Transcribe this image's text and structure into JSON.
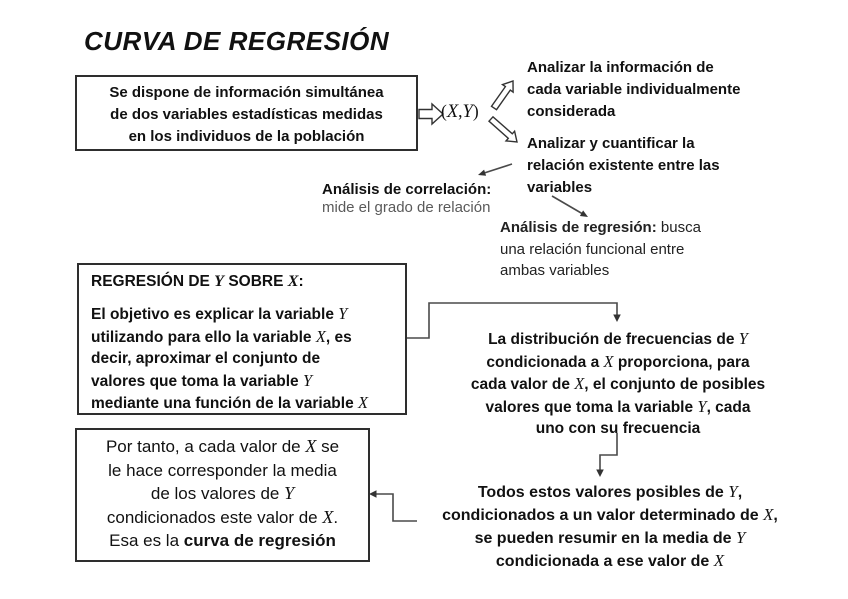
{
  "colors": {
    "background": "#ffffff",
    "ink": "#111111",
    "muted_text": "#5a5a5a",
    "connector": "#4a4a4a",
    "box_border": "#2e2e2e"
  },
  "title": "CURVA DE REGRESIÓN",
  "intro_box": {
    "lines_runs": [
      [
        [
          "Se dispone de información simultánea",
          "n"
        ]
      ],
      [
        [
          "de dos variables estadísticas medidas",
          "n"
        ]
      ],
      [
        [
          "en los individuos de la población",
          "n"
        ]
      ]
    ]
  },
  "xy_label": {
    "lines_runs": [
      [
        [
          "(",
          "n"
        ],
        [
          "X",
          "v"
        ],
        [
          ",",
          "n"
        ],
        [
          "Y",
          "v"
        ],
        [
          ")",
          "n"
        ]
      ]
    ]
  },
  "branch_individual": {
    "lines_runs": [
      [
        [
          "Analizar la información de",
          "n"
        ]
      ],
      [
        [
          "cada variable individualmente",
          "n"
        ]
      ],
      [
        [
          "considerada",
          "n"
        ]
      ]
    ]
  },
  "branch_relacion": {
    "lines_runs": [
      [
        [
          "Analizar y cuantificar la",
          "n"
        ]
      ],
      [
        [
          "relación existente entre las",
          "n"
        ]
      ],
      [
        [
          "variables",
          "n"
        ]
      ]
    ]
  },
  "correlacion_note": {
    "title": "Análisis de correlación:",
    "desc": "mide el grado de relación"
  },
  "regresion_note": {
    "lines_runs": [
      [
        [
          "Análisis de regresión:",
          "b"
        ],
        [
          " busca",
          "n"
        ]
      ],
      [
        [
          "una relación funcional entre",
          "n"
        ]
      ],
      [
        [
          "ambas variables",
          "n"
        ]
      ]
    ]
  },
  "regresion_box": {
    "header_runs": [
      [
        [
          "REGRESIÓN DE ",
          "b"
        ],
        [
          "Y",
          "vb"
        ],
        [
          " SOBRE ",
          "b"
        ],
        [
          "X",
          "vb"
        ],
        [
          ":",
          "b"
        ]
      ]
    ],
    "body_runs": [
      [
        [
          "El objetivo es explicar la variable ",
          "n"
        ],
        [
          "Y",
          "v"
        ]
      ],
      [
        [
          "utilizando para ello la variable ",
          "n"
        ],
        [
          "X",
          "v"
        ],
        [
          ", es",
          "n"
        ]
      ],
      [
        [
          "decir, aproximar el conjunto de",
          "n"
        ]
      ],
      [
        [
          "valores que toma la variable ",
          "n"
        ],
        [
          "Y",
          "v"
        ]
      ],
      [
        [
          "mediante una función de la variable ",
          "n"
        ],
        [
          "X",
          "v"
        ]
      ]
    ]
  },
  "distribucion_note": {
    "lines_runs": [
      [
        [
          "La distribución de frecuencias de ",
          "n"
        ],
        [
          "Y",
          "v"
        ]
      ],
      [
        [
          "condicionada a ",
          "n"
        ],
        [
          "X",
          "v"
        ],
        [
          " proporciona, para",
          "n"
        ]
      ],
      [
        [
          "cada valor de ",
          "n"
        ],
        [
          "X",
          "v"
        ],
        [
          ", el conjunto de posibles",
          "n"
        ]
      ],
      [
        [
          "valores que toma la variable ",
          "n"
        ],
        [
          "Y",
          "v"
        ],
        [
          ", cada",
          "n"
        ]
      ],
      [
        [
          "uno con su frecuencia",
          "n"
        ]
      ]
    ]
  },
  "todos_note": {
    "lines_runs": [
      [
        [
          "Todos estos valores posibles de ",
          "n"
        ],
        [
          "Y",
          "v"
        ],
        [
          ",",
          "n"
        ]
      ],
      [
        [
          "condicionados a un valor determinado de ",
          "n"
        ],
        [
          "X",
          "v"
        ],
        [
          ",",
          "n"
        ]
      ],
      [
        [
          "se pueden resumir en la media de ",
          "n"
        ],
        [
          "Y",
          "v"
        ]
      ],
      [
        [
          "condicionada a ese valor de ",
          "n"
        ],
        [
          "X",
          "v"
        ]
      ]
    ]
  },
  "conclusion_box": {
    "lines_runs": [
      [
        [
          "Por tanto, a cada valor de ",
          "n"
        ],
        [
          "X",
          "v"
        ],
        [
          " se",
          "n"
        ]
      ],
      [
        [
          "le hace corresponder la media",
          "n"
        ]
      ],
      [
        [
          "de los valores de ",
          "n"
        ],
        [
          "Y",
          "v"
        ]
      ],
      [
        [
          "condicionados este valor de ",
          "n"
        ],
        [
          "X",
          "v"
        ],
        [
          ".",
          "n"
        ]
      ],
      [
        [
          "Esa es la ",
          "n"
        ],
        [
          "curva de regresión",
          "b"
        ]
      ]
    ]
  },
  "icons": {
    "flow_right": "hollow-right-arrow",
    "branch_up": "hollow-ne-arrow",
    "branch_down": "hollow-se-arrow",
    "thin_arrows": "elbow-connector-arrows"
  }
}
